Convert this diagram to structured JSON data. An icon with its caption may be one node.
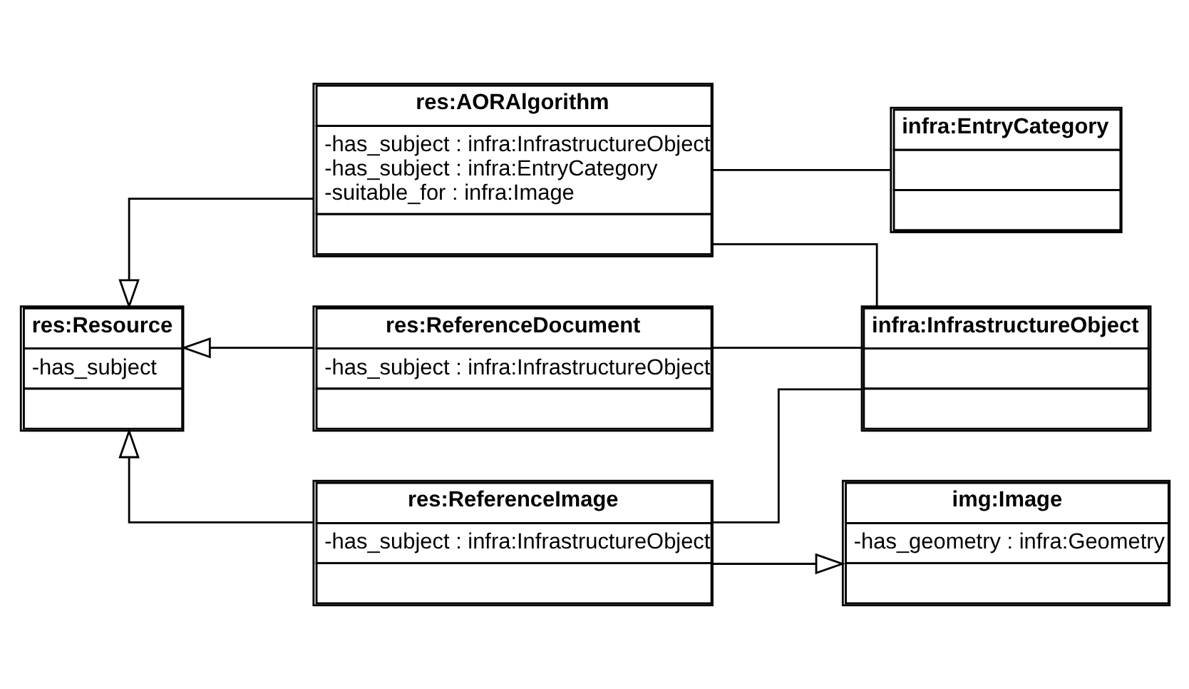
{
  "diagram": {
    "nodes": [
      {
        "text": [
          "res:Resource",
          "-has_subject"
        ]
      },
      {
        "text": [
          "res:AORAlgorithm",
          "-has_subject : infra:InfrastructureObject",
          "-has_subject : infra:EntryCategory",
          "-suitable_for : infra:Image"
        ]
      },
      {
        "text": [
          "infra:EntryCategory"
        ]
      },
      {
        "text": [
          "infra:InfrastructureObject"
        ]
      },
      {
        "text": [
          "res:ReferenceDocument",
          "-has_subject : infra:InfrastructureObject"
        ]
      },
      {
        "text": [
          "res:ReferenceImage",
          "-has_subject : infra:InfrastructureObject"
        ]
      },
      {
        "text": [
          "img:Image",
          "-has_geometry : infra:Geometry"
        ]
      }
    ],
    "edges": [
      {
        "from": 1,
        "to": 0,
        "arrow": "to"
      },
      {
        "from": 4,
        "to": 0,
        "arrow": "to"
      },
      {
        "from": 5,
        "to": 0,
        "arrow": "to"
      },
      {
        "from": 1,
        "to": 2,
        "arrow": "none"
      },
      {
        "from": 1,
        "to": 3,
        "arrow": "none"
      },
      {
        "from": 4,
        "to": 3,
        "arrow": "none"
      },
      {
        "from": 5,
        "to": 3,
        "arrow": "none"
      },
      {
        "from": 5,
        "to": 6,
        "arrow": "to"
      }
    ]
  }
}
